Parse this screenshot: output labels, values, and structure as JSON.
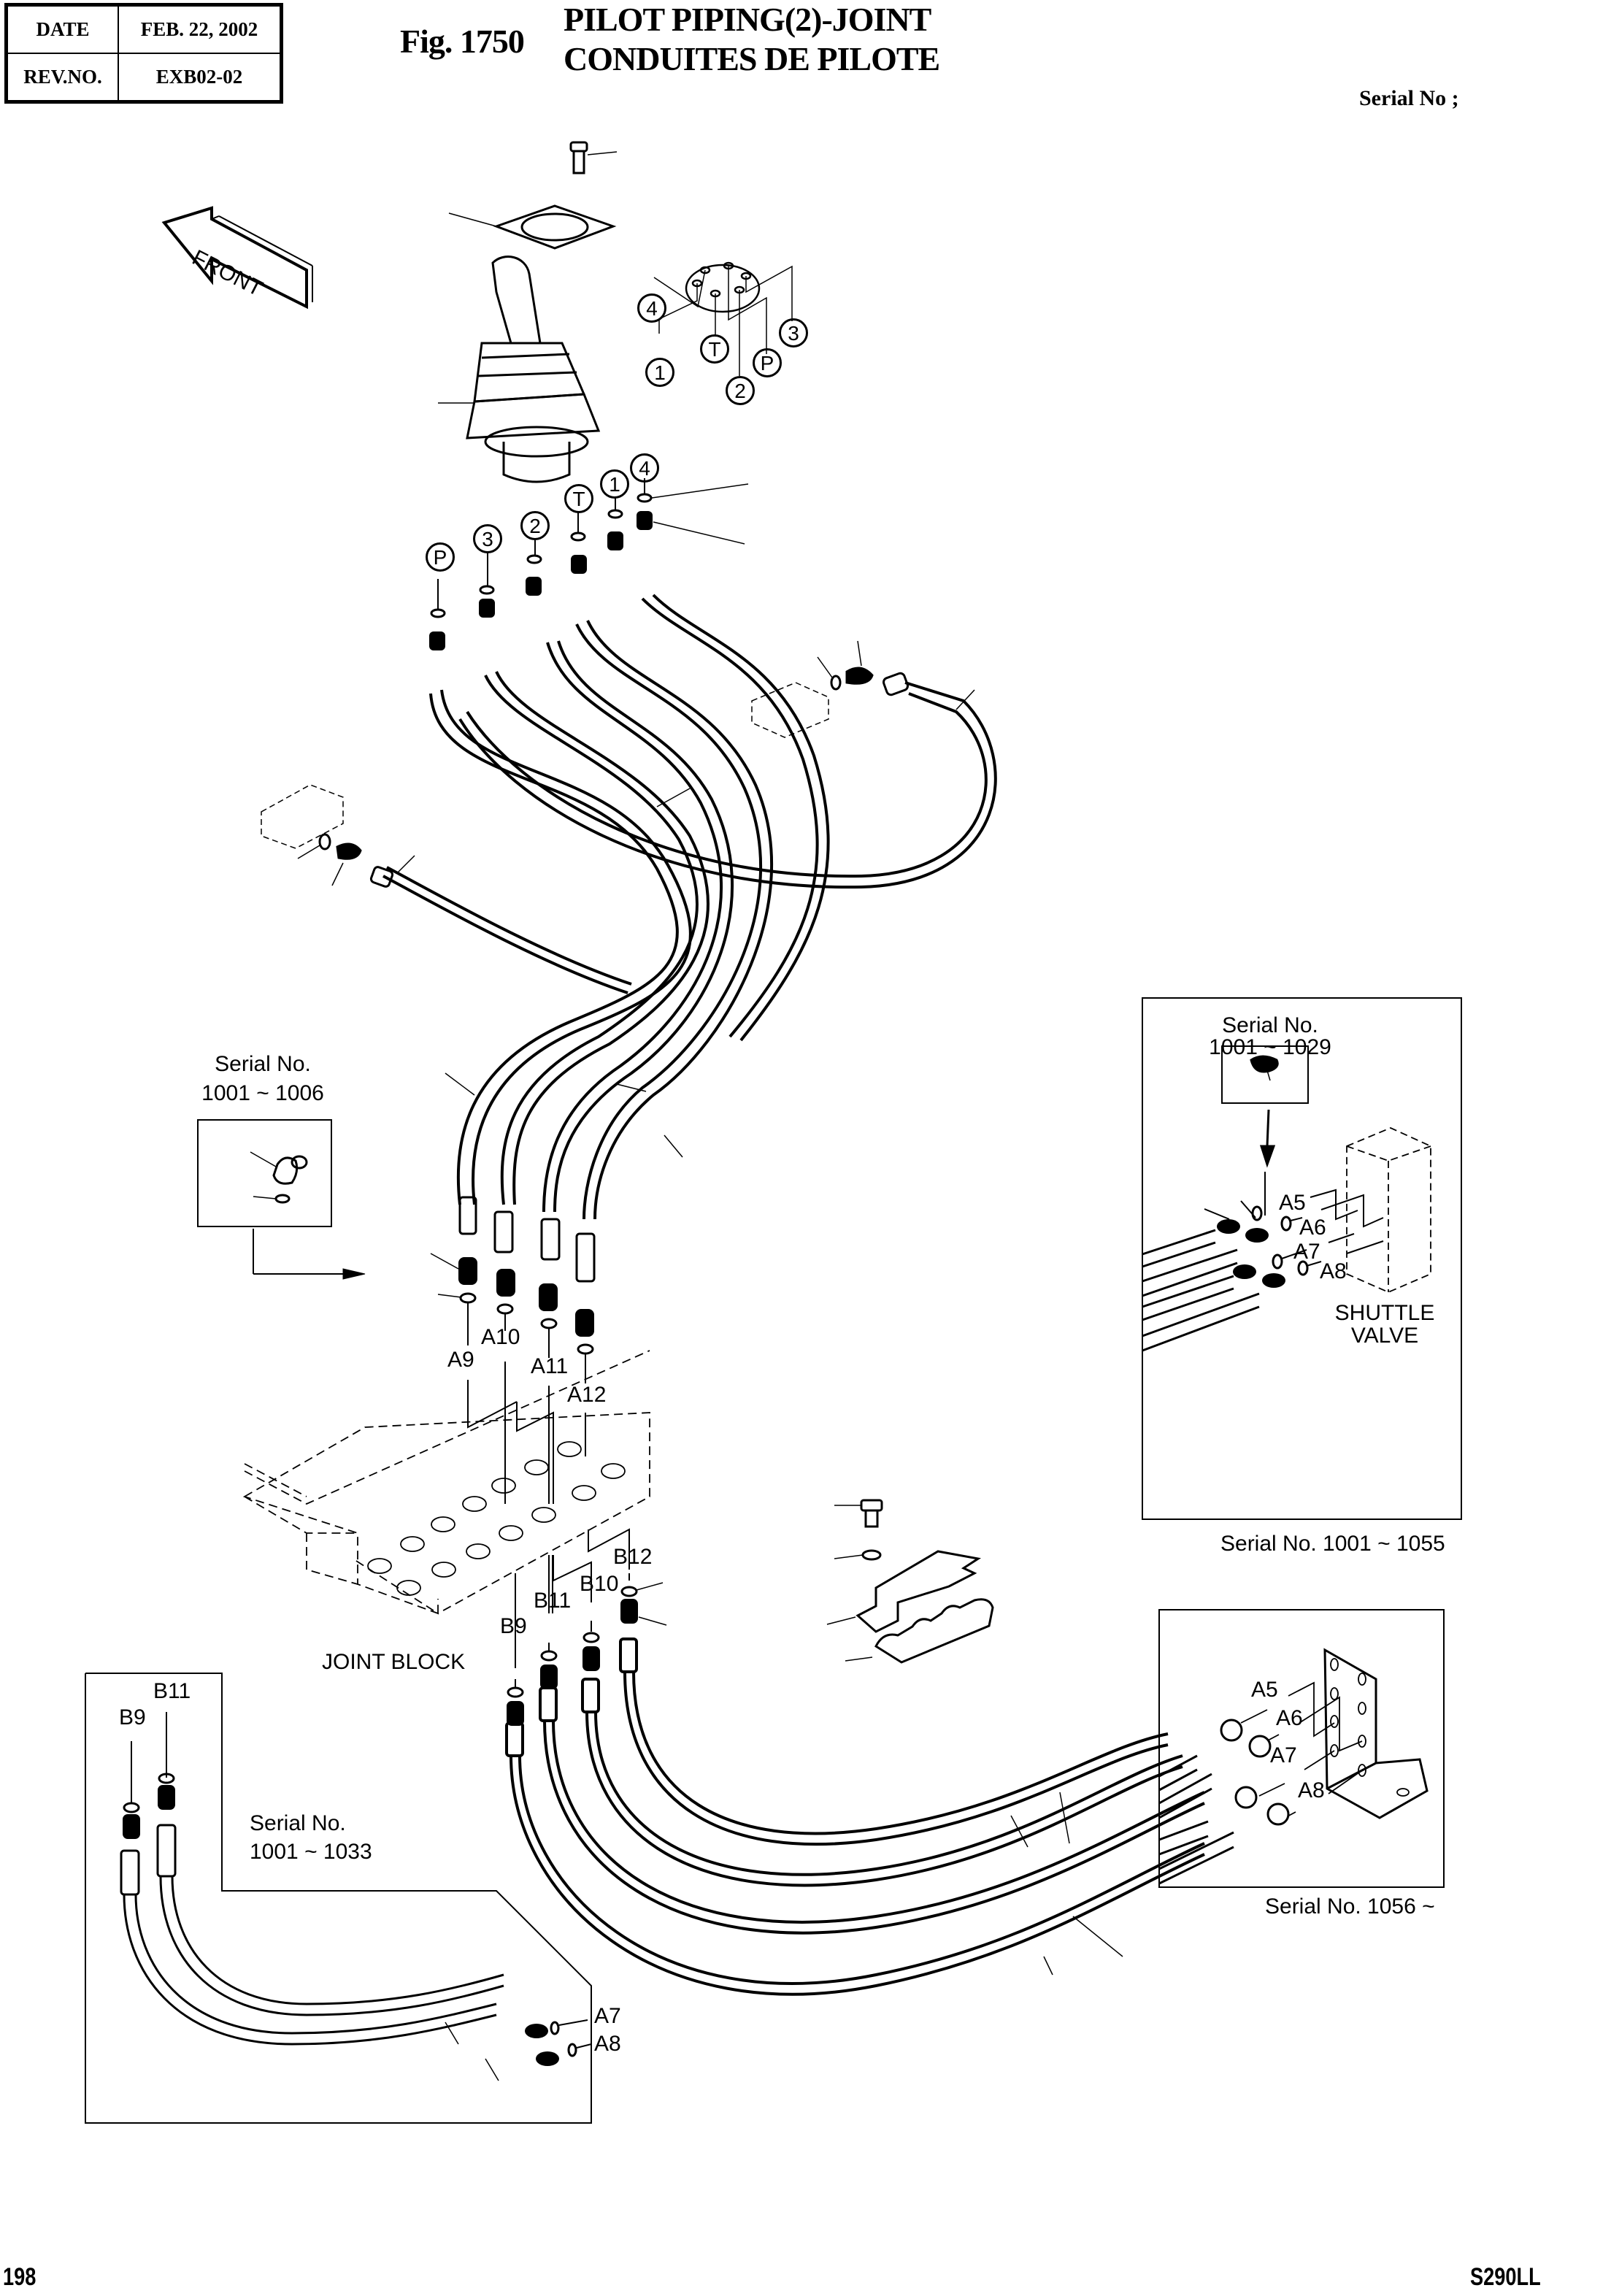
{
  "header": {
    "info_table": [
      {
        "key": "DATE",
        "value": "FEB. 22, 2002"
      },
      {
        "key": "REV.NO.",
        "value": "EXB02-02"
      }
    ],
    "figure_number": "Fig. 1750",
    "title_en": "PILOT PIPING(2)-JOINT",
    "title_fr": "CONDUITES DE PILOTE",
    "serial_label": "Serial No ;"
  },
  "diagram": {
    "front_arrow_label": "FRONT",
    "port_circles_top": [
      "4",
      "1",
      "T",
      "2",
      "P",
      "3"
    ],
    "port_circles_row": [
      "P",
      "3",
      "2",
      "T",
      "1",
      "4"
    ],
    "joint_block_label": "JOINT BLOCK",
    "a_port_labels": [
      "A9",
      "A10",
      "A11",
      "A12"
    ],
    "b_port_labels": [
      "B9",
      "B11",
      "B10",
      "B12"
    ],
    "inset_elbow": {
      "serial_title": "Serial No.",
      "serial_range": "1001 ~ 1006"
    },
    "inset_shuttle_valve": {
      "serial_title": "Serial No.",
      "serial_range": "1001 ~ 1029",
      "port_labels": [
        "A5",
        "A6",
        "A7",
        "A8"
      ],
      "component_label_1": "SHUTTLE",
      "component_label_2": "VALVE",
      "caption": "Serial No. 1001 ~ 1055"
    },
    "inset_bracket": {
      "port_labels": [
        "A5",
        "A6",
        "A7",
        "A8"
      ],
      "caption": "Serial No. 1056 ~"
    },
    "inset_hoses": {
      "port_labels_top": [
        "B9",
        "B11"
      ],
      "serial_title": "Serial No.",
      "serial_range": "1001 ~ 1033",
      "port_labels_bottom": [
        "A7",
        "A8"
      ]
    }
  },
  "footer": {
    "page_number": "198",
    "model": "S290LL"
  }
}
